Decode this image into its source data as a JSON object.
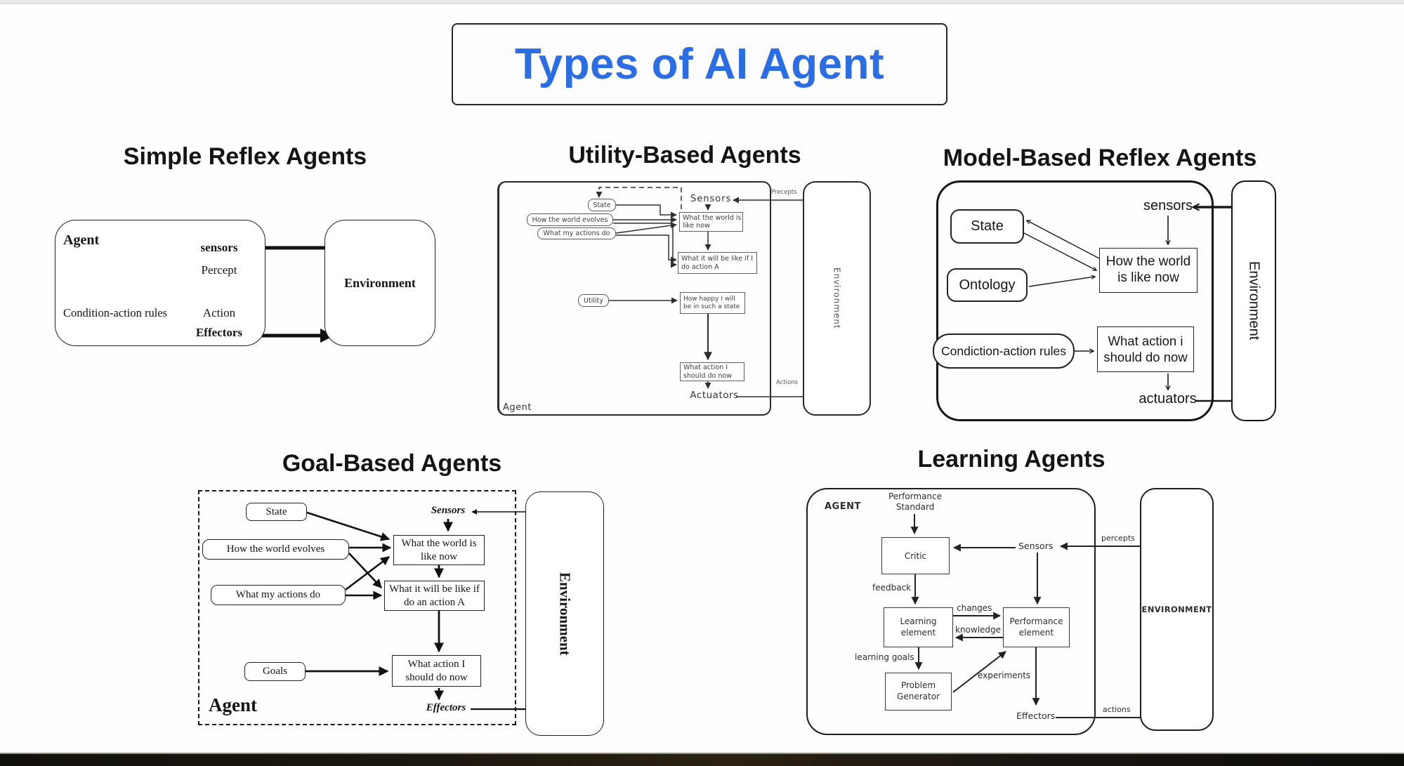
{
  "title": "Types of AI Agent",
  "diagrams": {
    "simple_reflex": {
      "heading": "Simple Reflex Agents",
      "agent": "Agent",
      "sensors": "sensors",
      "percept": "Percept",
      "rules": "Condition-action rules",
      "action": "Action",
      "effectors": "Effectors",
      "environment": "Environment"
    },
    "utility": {
      "heading": "Utility-Based Agents",
      "state": "State",
      "how_world": "How the world evolves",
      "my_actions": "What my actions do",
      "sensors": "Sensors",
      "precepts": "Precepts",
      "world_now": "What the world is like now",
      "world_if": "What it will be like if I do action A",
      "utility": "Utility",
      "happy": "How happy I will be in such a state",
      "action_now": "What action I should do now",
      "actuators": "Actuators",
      "actions": "Actions",
      "agent": "Agent",
      "environment": "Environment"
    },
    "model_based": {
      "heading": "Model-Based Reflex Agents",
      "sensors": "sensors",
      "state": "State",
      "ontology": "Ontology",
      "world_now": "How the world is like now",
      "rules": "Condiction-action rules",
      "action_now": "What action i should do now",
      "actuators": "actuators",
      "environment": "Environment"
    },
    "goal_based": {
      "heading": "Goal-Based Agents",
      "state": "State",
      "sensors": "Sensors",
      "how_world": "How the world evolves",
      "world_now": "What the world is like now",
      "my_actions": "What my actions do",
      "world_if": "What it will be like if do an action A",
      "goals": "Goals",
      "action_now": "What action I should do now",
      "effectors": "Effectors",
      "agent": "Agent",
      "environment": "Environment"
    },
    "learning": {
      "heading": "Learning Agents",
      "agent": "AGENT",
      "perf_standard": "Performance Standard",
      "critic": "Critic",
      "sensors": "Sensors",
      "percepts": "percepts",
      "feedback": "feedback",
      "learning_element": "Learning element",
      "changes": "changes",
      "knowledge": "knowledge",
      "performance_element": "Performance element",
      "learning_goals": "learning goals",
      "problem_generator": "Problem Generator",
      "experiments": "experiments",
      "effectors": "Effectors",
      "actions": "actions",
      "environment": "ENVIRONMENT"
    }
  }
}
